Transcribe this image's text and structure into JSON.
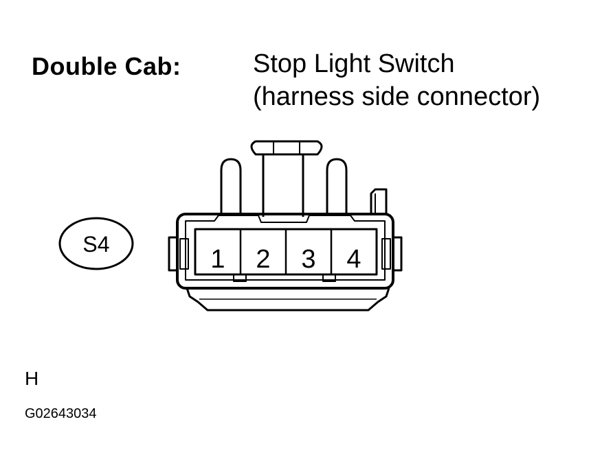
{
  "heading": "Double Cab:",
  "title": {
    "line1": "Stop Light Switch",
    "line2": "(harness side connector)"
  },
  "connector": {
    "code": "S4",
    "pins": [
      "1",
      "2",
      "3",
      "4"
    ]
  },
  "footer": {
    "letter": "H",
    "figure_id": "G02643034"
  }
}
